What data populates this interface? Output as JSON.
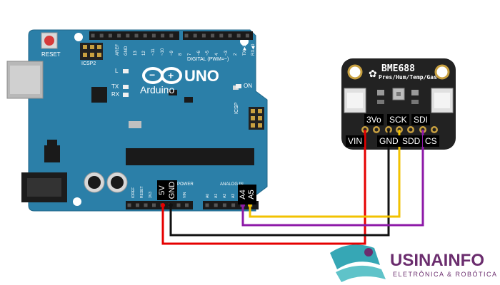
{
  "arduino": {
    "reset_label": "RESET",
    "icsp2_label": "ICSP2",
    "l_label": "L",
    "tx_label": "TX",
    "rx_label": "RX",
    "on_label": "ON",
    "icsp_label": "ICSP",
    "brand_text": "Arduino",
    "model_text": "UNO",
    "digital_label": "DIGITAL (PWM=~)",
    "analog_label": "ANALOG IN",
    "power_label": "POWER",
    "top_pins": [
      "AREF",
      "GND",
      "13",
      "12",
      "~11",
      "~10",
      "~9",
      "8",
      "7",
      "~6",
      "~5",
      "4",
      "~3",
      "2",
      "TX▶1",
      "RX◀0"
    ],
    "bottom_pins": [
      "IOREF",
      "RESET",
      "3V3",
      "5V",
      "GND",
      "GND",
      "VIN",
      "A0",
      "A1",
      "A2",
      "A3",
      "A4",
      "A5"
    ],
    "pin_label_5v": "5V",
    "pin_label_gnd": "GND",
    "pin_label_a4": "A4",
    "pin_label_a5": "A5"
  },
  "sensor": {
    "title": "BME688",
    "subtitle": "Pres/Hum/Temp/Gas",
    "top_labels": [
      "3Vo",
      "SCK",
      "SDI"
    ],
    "bottom_labels": [
      "VIN",
      "GND",
      "SDD",
      "CS"
    ]
  },
  "logo": {
    "name": "USINAINFO",
    "tagline": "ELETRÔNICA & ROBÓTICA"
  },
  "colors": {
    "board": "#2b7fa8",
    "wire_red": "#e60000",
    "wire_black": "#111111",
    "wire_yellow": "#f2c200",
    "wire_purple": "#8e1aa8",
    "logo_teal": "#36a7b5",
    "logo_purple": "#6b2d6e"
  }
}
